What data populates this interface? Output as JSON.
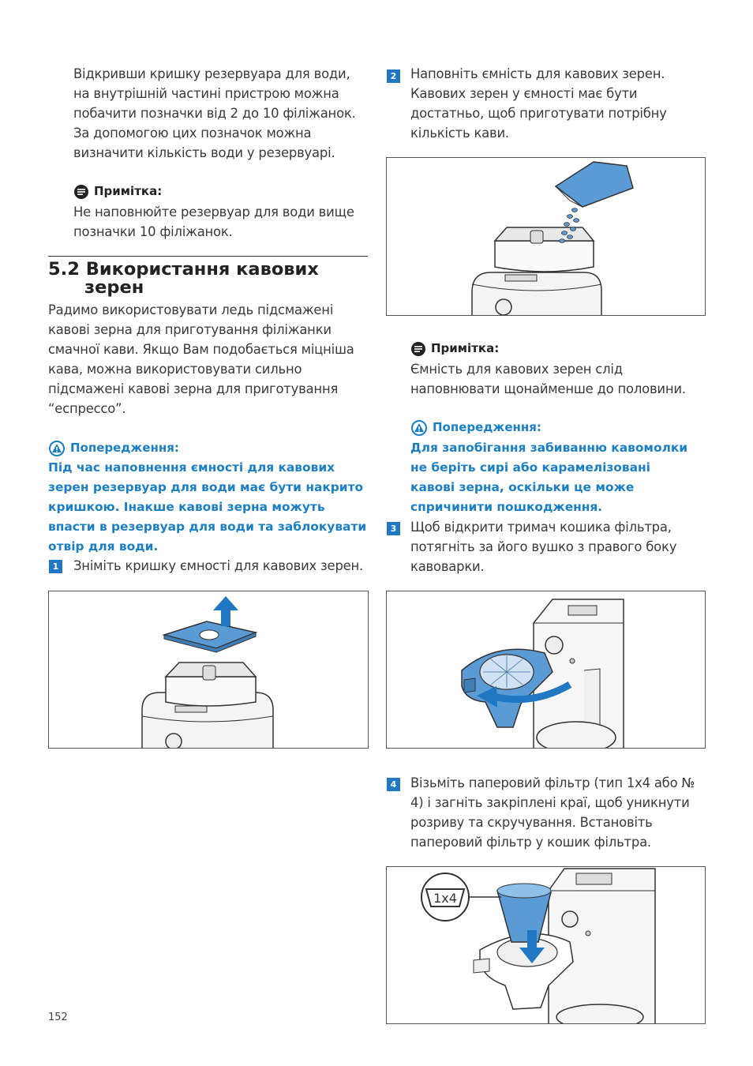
{
  "left": {
    "intro": "Відкривши кришку резервуара для води, на внутрішній частині пристрою можна побачити позначки від 2 до 10 філіжанок. За допомогою цих позначок можна визначити кількість води у резервуарі.",
    "note1": {
      "heading": "Примітка:",
      "text": "Не наповнюйте резервуар для води вище позначки 10 філіжанок."
    },
    "section": {
      "number": "5.2",
      "title_line1": "Використання кавових",
      "title_line2": "зерен"
    },
    "section_text": "Радимо використовувати ледь підсмажені кавові зерна для приготування філіжанки смачної кави. Якщо Вам подобається міцніша кава, можна використовувати сильно підсмажені кавові зерна для приготування “еспрессо”.",
    "warning1": {
      "heading": "Попередження:",
      "text": "Під час наповнення ємності для кавових зерен резервуар для води має бути накрито кришкою. Інакше кавові зерна можуть впасти в резервуар для води та заблокувати отвір для води."
    },
    "step1": {
      "num": "1",
      "text": "Зніміть кришку ємності для кавових зерен."
    }
  },
  "right": {
    "step2": {
      "num": "2",
      "text": "Наповніть ємність для кавових зерен. Кавових зерен у ємності має бути достатньо, щоб приготувати потрібну кількість кави."
    },
    "note2": {
      "heading": "Примітка:",
      "text": "Ємність для кавових зерен слід наповнювати щонайменше до половини."
    },
    "warning2": {
      "heading": "Попередження:",
      "text": "Для запобігання забиванню кавомолки не беріть сирі або карамелізовані кавові зерна, оскільки це може спричинити пошкодження."
    },
    "step3": {
      "num": "3",
      "text": "Щоб відкрити тримач кошика фільтра, потягніть за його вушко з правого боку кавоварки."
    },
    "step4": {
      "num": "4",
      "text": "Візьміть паперовий фільтр (тип 1x4 або № 4) і загніть закріплені краї, щоб уникнути розриву та скручування. Встановіть паперовий фільтр у кошик фільтра."
    },
    "filter_badge": "1x4"
  },
  "page_number": "152",
  "colors": {
    "accent": "#1f78c1",
    "warning": "#1a7fc4",
    "illustration_blue": "#5b9bd5"
  }
}
